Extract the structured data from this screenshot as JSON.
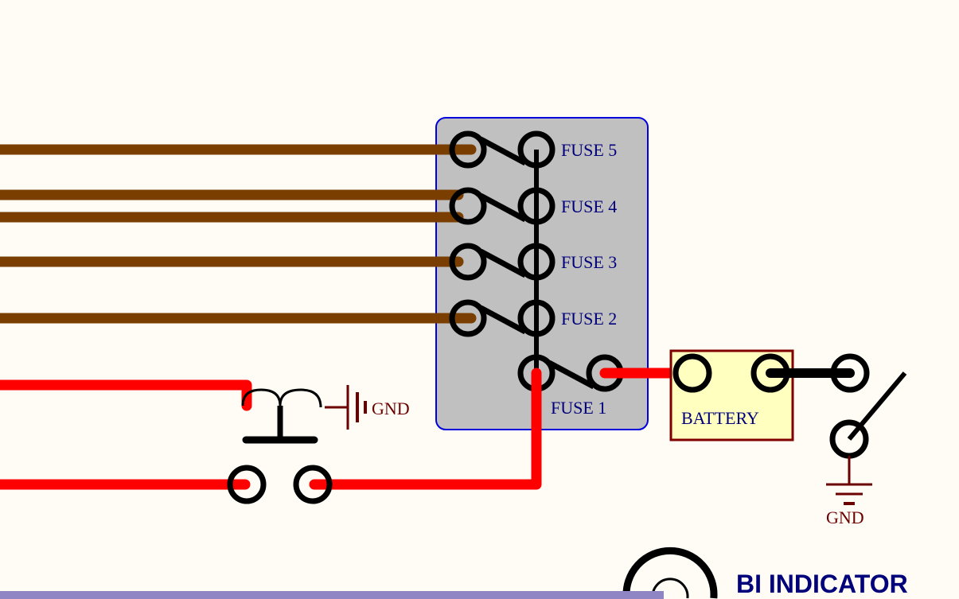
{
  "fuse_box": {
    "fuses": [
      "FUSE 5",
      "FUSE 4",
      "FUSE 3",
      "FUSE 2",
      "FUSE 1"
    ]
  },
  "battery": {
    "label": "BATTERY"
  },
  "ground_labels": {
    "relay_gnd": "GND",
    "switch_gnd": "GND"
  },
  "indicator": {
    "label": "BI INDICATOR"
  },
  "colors": {
    "wire_brown": "#7a3f00",
    "wire_red": "#ff0000",
    "fuse_box_fill": "#c0c0c0",
    "fuse_box_border": "#0000dd",
    "battery_fill": "#ffffc0",
    "ground": "#6b0000",
    "bar": "#8f85c4"
  }
}
